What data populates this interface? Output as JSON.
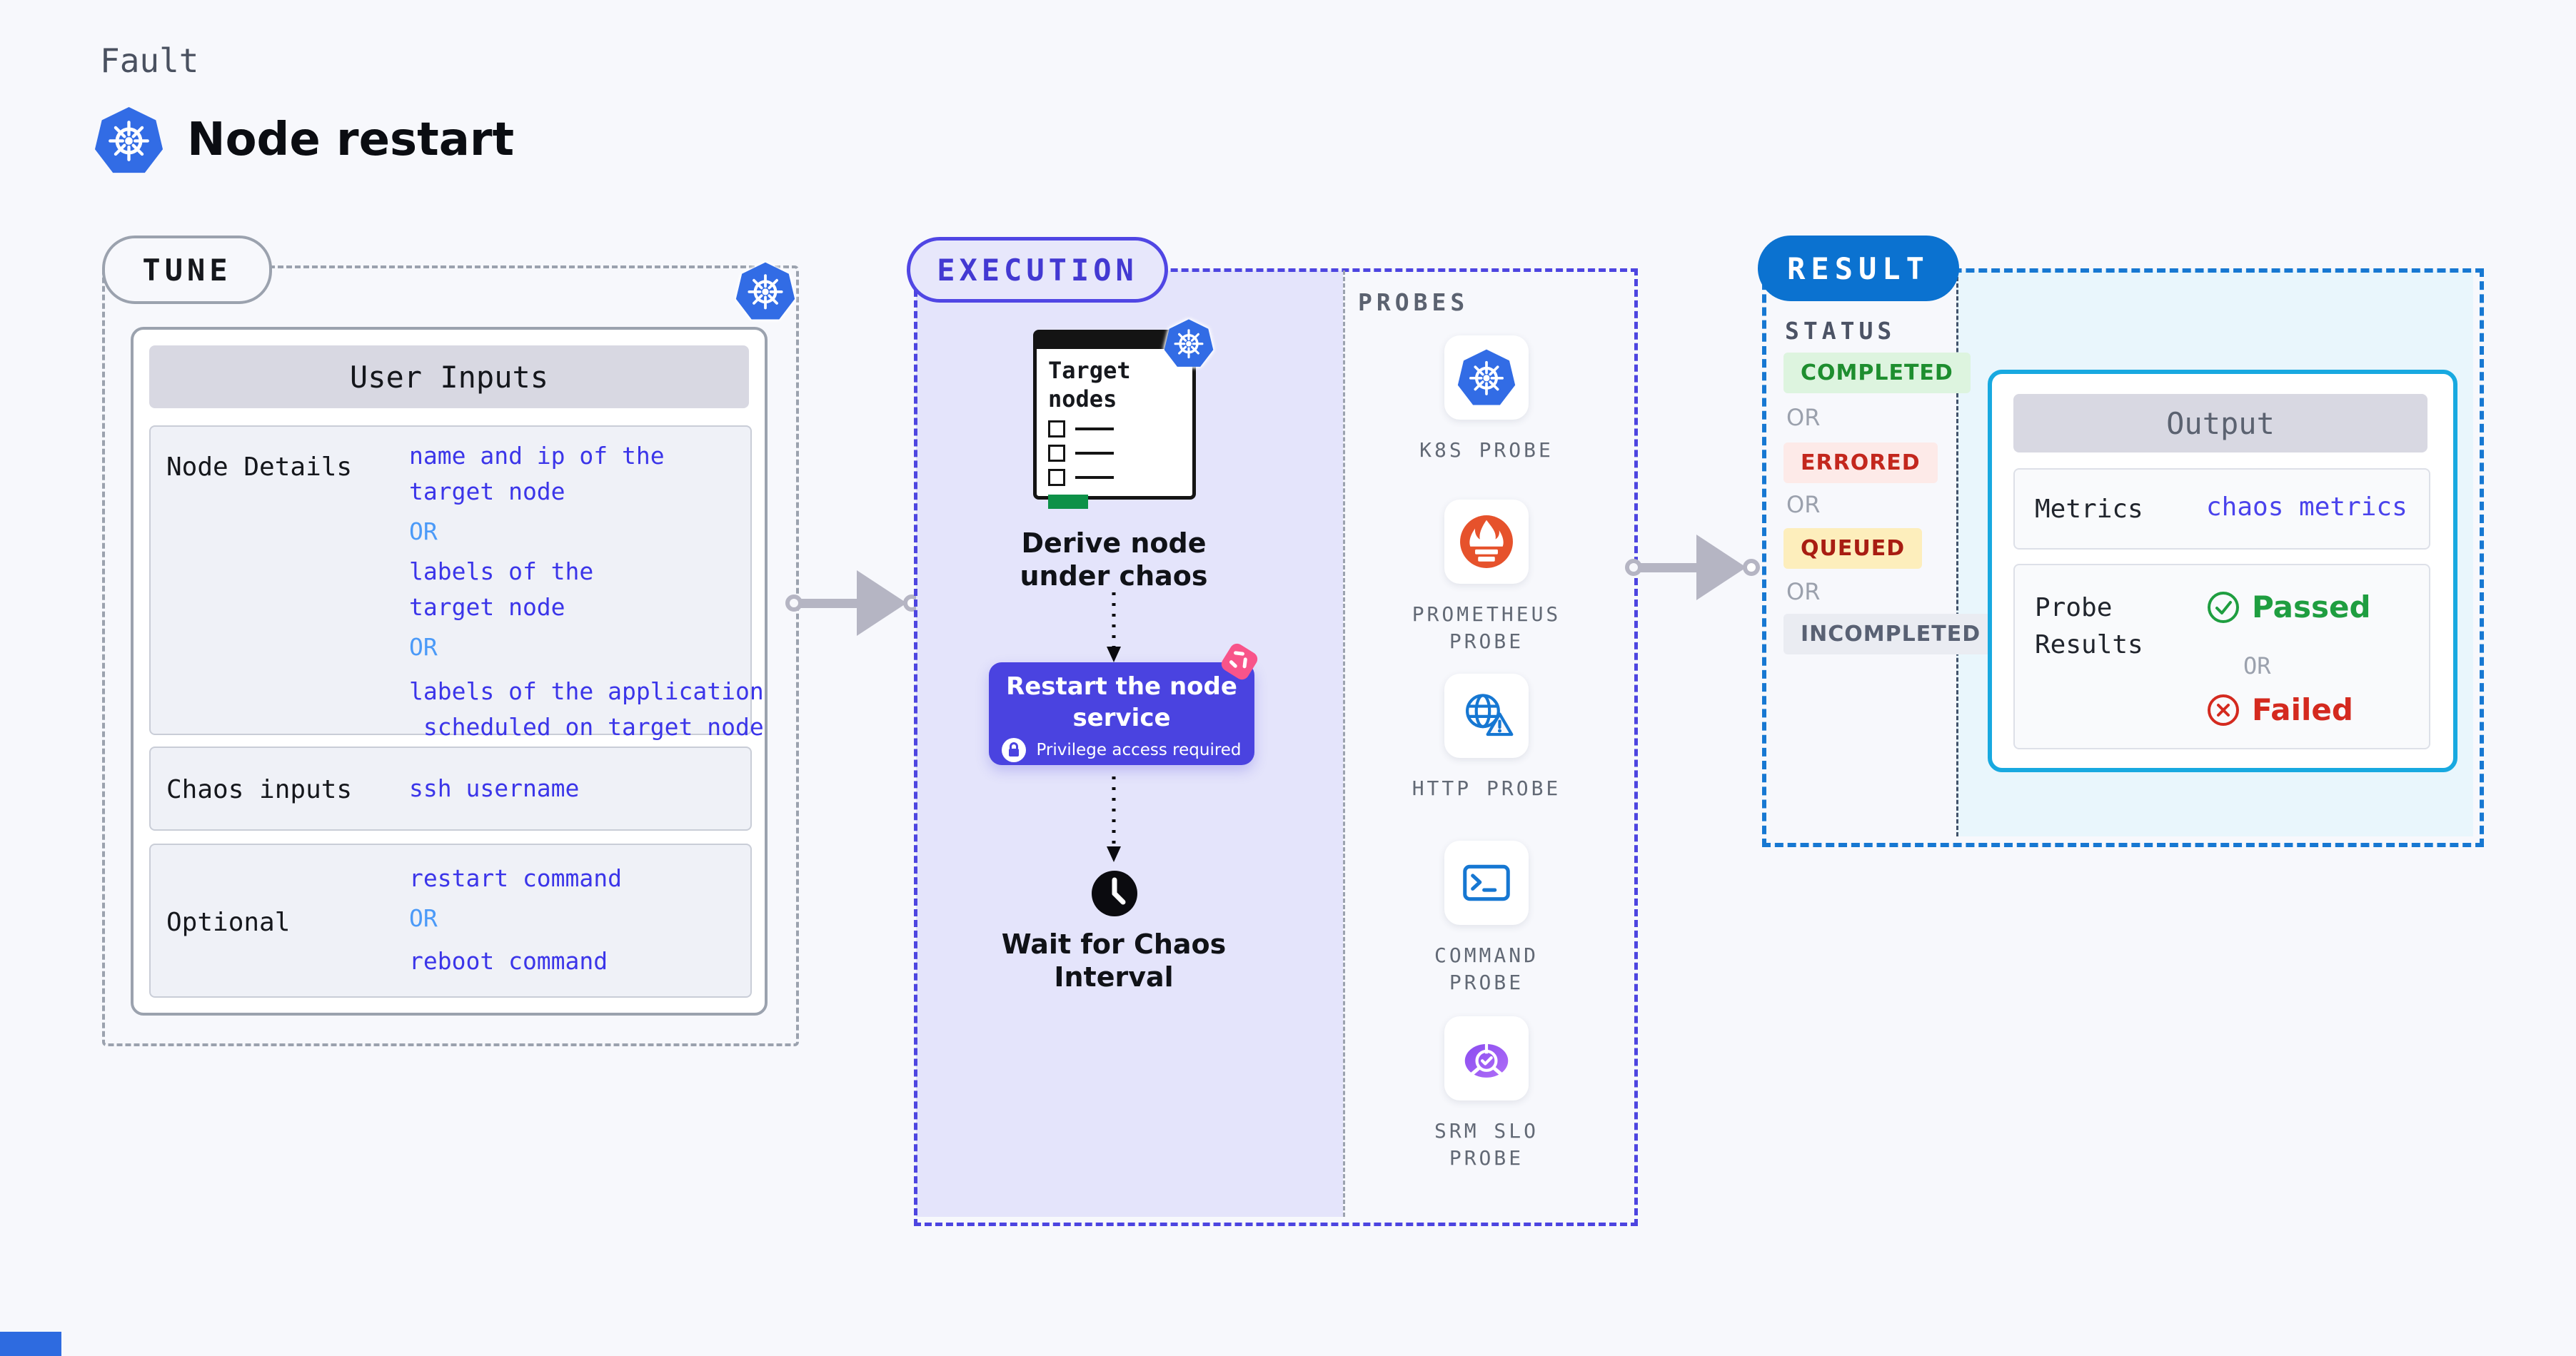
{
  "header": {
    "eyebrow": "Fault",
    "title": "Node restart"
  },
  "tune": {
    "badge": "TUNE",
    "table_title": "User Inputs",
    "or": "OR",
    "node_details": {
      "label": "Node Details",
      "option1": [
        "name and ip of the",
        "target node"
      ],
      "option2": [
        "labels of the",
        "target node"
      ],
      "option3": [
        "labels of the application",
        " scheduled on target node"
      ]
    },
    "chaos_inputs": {
      "label": "Chaos inputs",
      "value": "ssh username"
    },
    "optional": {
      "label": "Optional",
      "option1": "restart command",
      "option2": "reboot command"
    }
  },
  "execution": {
    "badge": "EXECUTION",
    "target_card_title": "Target nodes",
    "derive_caption": "Derive node under chaos",
    "restart_title": "Restart the node service",
    "privilege_note": "Privilege access required",
    "wait_caption": "Wait for Chaos Interval",
    "probes_heading": "PROBES",
    "probes": [
      {
        "label": "K8S PROBE",
        "icon": "kubernetes-icon"
      },
      {
        "label": "PROMETHEUS PROBE",
        "icon": "prometheus-icon"
      },
      {
        "label": "HTTP PROBE",
        "icon": "http-globe-warning-icon"
      },
      {
        "label": "COMMAND PROBE",
        "icon": "terminal-icon"
      },
      {
        "label": "SRM SLO PROBE",
        "icon": "slo-gauge-icon"
      }
    ]
  },
  "result": {
    "badge": "RESULT",
    "status_heading": "STATUS",
    "or": "OR",
    "statuses": [
      {
        "label": "COMPLETED",
        "style": "background:#ddf4df;color:#1e8e2f;"
      },
      {
        "label": "ERRORED",
        "style": "background:#fdeae8;color:#c3271d;"
      },
      {
        "label": "QUEUED",
        "style": "background:#fdeebc;color:#a81d12;"
      },
      {
        "label": "INCOMPLETED",
        "style": "background:#eaecf2;color:#596173;"
      }
    ],
    "output": {
      "title": "Output",
      "metrics_label": "Metrics",
      "metrics_value": "chaos metrics",
      "probe_results_label": "Probe Results",
      "passed": "Passed",
      "or": "OR",
      "failed": "Failed"
    }
  },
  "accents": {
    "kubernetes_blue": "#326ce5",
    "indigo_action": "#4a43e0",
    "execution_border": "#5046e4",
    "result_blue": "#0b72d0",
    "output_border_cyan": "#18a9e0",
    "passed_green": "#1f9e40",
    "failed_red": "#d42a1f",
    "chaos_pink": "#f8548a",
    "lavender_fill": "#e4e4fb",
    "result_fill_cyan": "#e9f6fc"
  }
}
